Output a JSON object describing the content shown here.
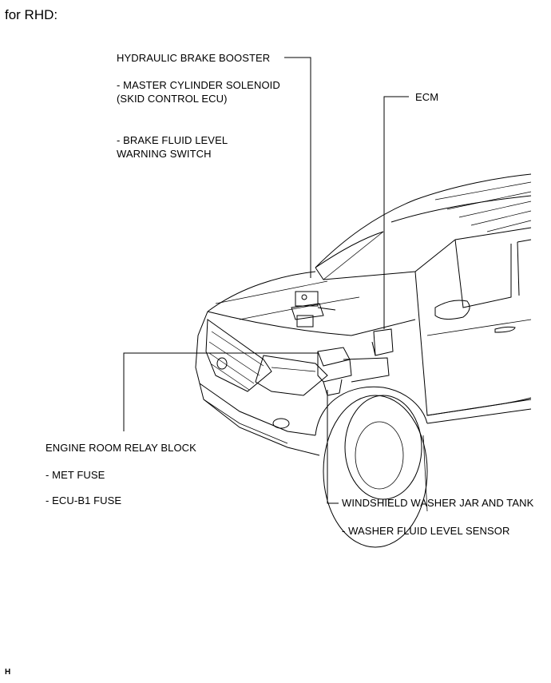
{
  "title": "for RHD:",
  "labels": {
    "hydraulic_booster": "HYDRAULIC BRAKE BOOSTER",
    "master_cylinder_1": "- MASTER CYLINDER SOLENOID",
    "master_cylinder_2": "(SKID CONTROL ECU)",
    "fluid_level_1": "- BRAKE FLUID LEVEL",
    "fluid_level_2": "WARNING SWITCH",
    "ecm": "ECM",
    "relay_block": "ENGINE ROOM RELAY BLOCK",
    "met_fuse": "- MET FUSE",
    "ecu_fuse": "- ECU-B1 FUSE",
    "washer_jar": "WINDSHIELD WASHER JAR AND TANK",
    "washer_sensor": "- WASHER FLUID LEVEL SENSOR"
  },
  "footer_mark": "H"
}
